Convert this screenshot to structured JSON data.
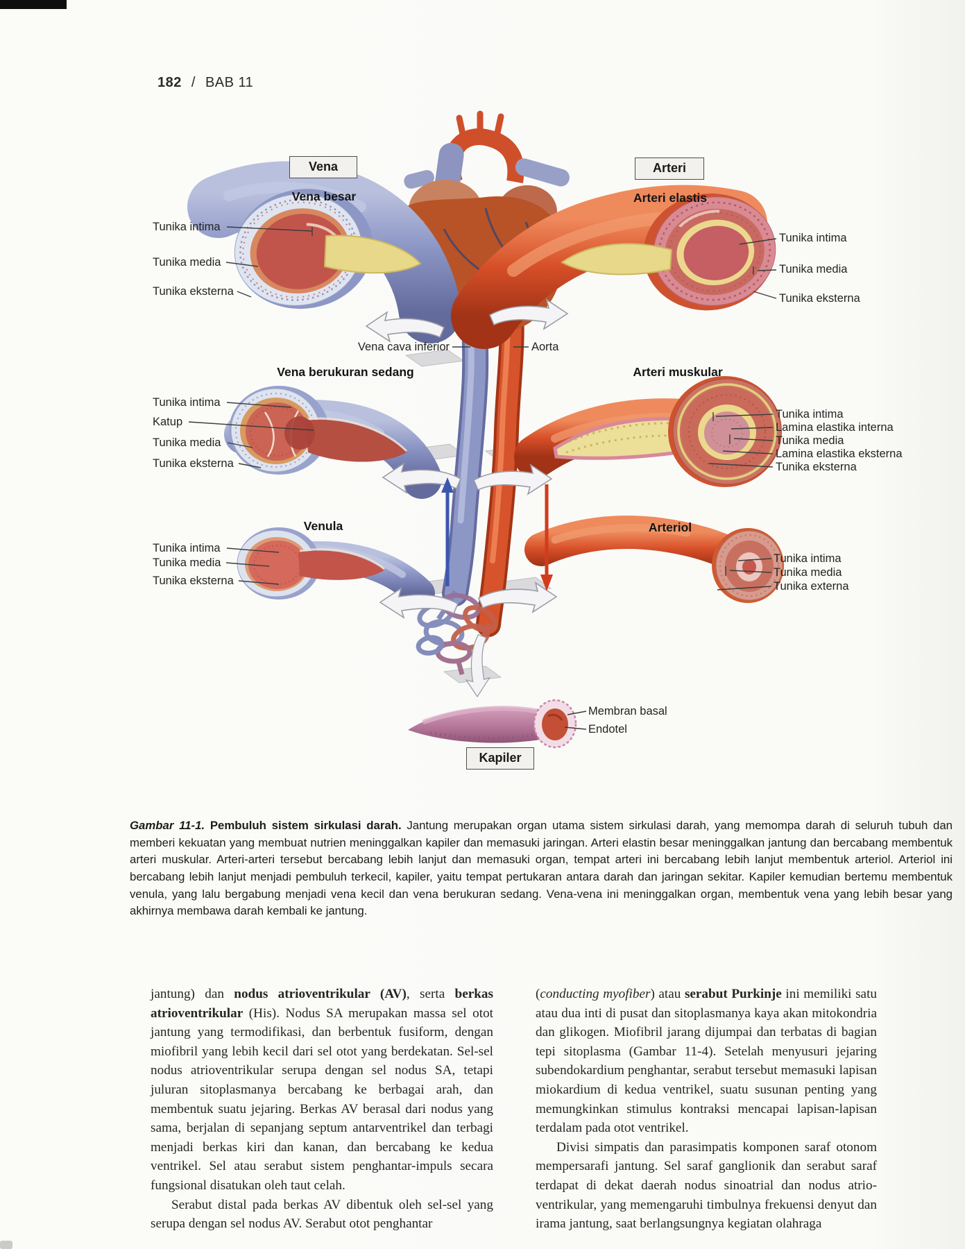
{
  "page": {
    "number": "182",
    "divider": "/",
    "chapter": "BAB 11"
  },
  "diagram": {
    "column_boxes": {
      "vena": "Vena",
      "arteri": "Arteri"
    },
    "center": {
      "vena_cava": "Vena cava inferior",
      "aorta": "Aorta"
    },
    "sections": {
      "vena_besar": {
        "title": "Vena besar",
        "labels": [
          "Tunika intima",
          "Tunika media",
          "Tunika eksterna"
        ]
      },
      "arteri_elastis": {
        "title": "Arteri elastis",
        "labels": [
          "Tunika intima",
          "Tunika media",
          "Tunika eksterna"
        ]
      },
      "vena_sedang": {
        "title": "Vena berukuran sedang",
        "labels": [
          "Tunika intima",
          "Katup",
          "Tunika media",
          "Tunika eksterna"
        ]
      },
      "arteri_muskular": {
        "title": "Arteri muskular",
        "labels": [
          "Tunika intima",
          "Lamina elastika interna",
          "Tunika media",
          "Lamina elastika eksterna",
          "Tunika eksterna"
        ]
      },
      "venula": {
        "title": "Venula",
        "labels": [
          "Tunika intima",
          "Tunika media",
          "Tunika eksterna"
        ]
      },
      "arteriol": {
        "title": "Arteriol",
        "labels": [
          "Tunika intima",
          "Tunika media",
          "Tunika externa"
        ]
      },
      "kapiler": {
        "title": "Kapiler",
        "labels": [
          "Membran basal",
          "Endotel"
        ]
      }
    }
  },
  "caption": {
    "segments": [
      {
        "t": "Gambar 11-1.",
        "b": true,
        "i": true
      },
      {
        "t": " Pembuluh sistem sirkulasi darah. ",
        "b": true
      },
      {
        "t": "Jantung merupakan organ utama sistem sirkulasi darah, yang memompa darah di seluruh tubuh dan memberi kekuatan yang membuat nutrien meninggalkan kapiler dan memasuki jaringan. Arteri elastin besar meninggalkan jantung dan bercabang membentuk arteri muskular. Arteri-arteri tersebut bercabang lebih lanjut dan memasuki organ, tempat arteri ini bercabang lebih lanjut membentuk arteriol. Arteriol ini bercabang lebih lanjut menjadi pembuluh terkecil, kapiler, yaitu tempat pertukaran antara darah dan jaringan sekitar. Kapiler kemudian bertemu membentuk venula, yang lalu bergabung menjadi vena kecil dan vena berukuran sedang. Vena-vena ini meninggalkan organ, membentuk vena yang lebih besar yang akhirnya membawa darah kembali ke jantung."
      }
    ]
  },
  "body": {
    "left_column": {
      "para1": {
        "segments": [
          {
            "t": "jantung) dan "
          },
          {
            "t": "nodus atrioventrikular (AV)",
            "b": true
          },
          {
            "t": ", serta "
          },
          {
            "t": "berkas atrioventrikular",
            "b": true
          },
          {
            "t": " (His). Nodus SA merupakan massa sel otot jantung yang termodifikasi, dan berbentuk fusiform, dengan miofibril yang lebih kecil dari sel otot yang berdekatan. Sel-sel nodus atrioventrikular serupa dengan sel nodus SA, tetapi juluran sitoplasmanya bercabang ke berbagai arah, dan membentuk suatu jejaring. Berkas AV berasal dari nodus yang sama, berjalan di sepanjang septum antarventrikel dan terbagi menjadi berkas kiri dan kanan, dan bercabang ke kedua ventrikel. Sel atau serabut sistem penghantar-impuls secara fungsional disatukan oleh taut celah."
          }
        ]
      },
      "para2": {
        "segments": [
          {
            "t": "Serabut distal pada berkas AV dibentuk oleh sel-sel yang serupa dengan sel nodus AV. Serabut otot penghantar"
          }
        ]
      }
    },
    "right_column": {
      "para1": {
        "segments": [
          {
            "t": "("
          },
          {
            "t": "conducting myofiber",
            "i": true
          },
          {
            "t": ") atau "
          },
          {
            "t": "serabut Purkinje",
            "b": true
          },
          {
            "t": " ini memiliki satu atau dua inti di pusat dan sitoplasmanya kaya akan mitokondria dan glikogen. Miofibril jarang dijumpai dan terbatas di bagian tepi sitoplasma (Gambar 11-4). Setelah menyusuri jejaring subendokardium penghantar, serabut tersebut memasuki lapisan miokardium di kedua ventrikel, suatu susunan penting yang memungkinkan stimulus kontraksi mencapai lapisan-lapisan terdalam pada otot ventrikel."
          }
        ]
      },
      "para2": {
        "segments": [
          {
            "t": "Divisi simpatis dan parasimpatis komponen saraf otonom mempersarafi jantung. Sel saraf ganglionik dan serabut saraf terdapat di dekat daerah nodus sinoatrial dan nodus atrio-ventrikular, yang memengaruhi timbulnya frekuensi denyut dan irama jantung, saat berlangsungnya kegiatan olahraga"
          }
        ]
      }
    }
  },
  "colors": {
    "vein_blue": "#8d97c6",
    "artery_red": "#d0482a",
    "capillary_pink": "#b5769a",
    "elastic_yellow": "#e8d88a",
    "lumen_red": "#c2554b"
  }
}
